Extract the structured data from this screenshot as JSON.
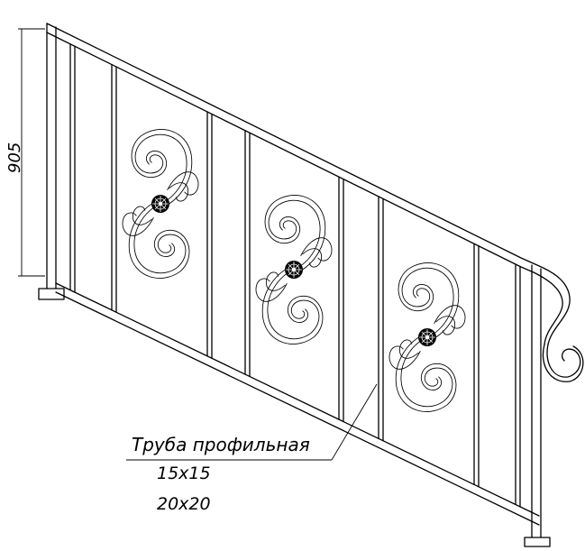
{
  "dimension": {
    "height_label": "905"
  },
  "callout": {
    "label": "Труба профильная",
    "sizes": [
      "15x15",
      "20x20"
    ]
  },
  "icons": {
    "scroll_ornament": "scroll-ornament-icon",
    "rosette": "rosette-icon",
    "baluster": "baluster-icon"
  },
  "colors": {
    "line": "#000000",
    "background": "#ffffff"
  }
}
